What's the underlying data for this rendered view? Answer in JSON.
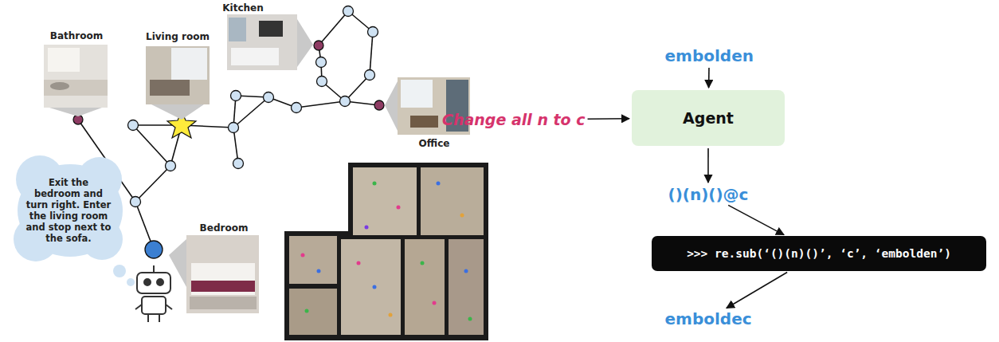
{
  "diagram": {
    "nodes": [
      {
        "text": [
          "Exit the bedroom and turn right. Enter the living room and stop next to the sofa."
        ]
      },
      {
        "text": [
          "embolden"
        ]
      },
      {
        "text": [
          "Change all n to c"
        ]
      },
      {
        "text": [
          "Agent"
        ]
      },
      {
        "text": [
          "()(n)()@c"
        ]
      },
      {
        "text": [
          ">>> re.sub(‘()(n)()’, ‘c’, ‘embolden’)"
        ]
      },
      {
        "text": [
          "emboldec"
        ]
      }
    ],
    "edges": [
      {
        "from": 1,
        "to": 3,
        "arrow": "to"
      },
      {
        "from": 2,
        "to": 3,
        "arrow": "to"
      },
      {
        "from": 3,
        "to": 4,
        "arrow": "to"
      },
      {
        "from": 4,
        "to": 5,
        "arrow": "to"
      },
      {
        "from": 5,
        "to": 6,
        "arrow": "to"
      }
    ],
    "labels": [
      "Bathroom",
      "Living room",
      "Kitchen",
      "Office",
      "Bedroom"
    ]
  }
}
